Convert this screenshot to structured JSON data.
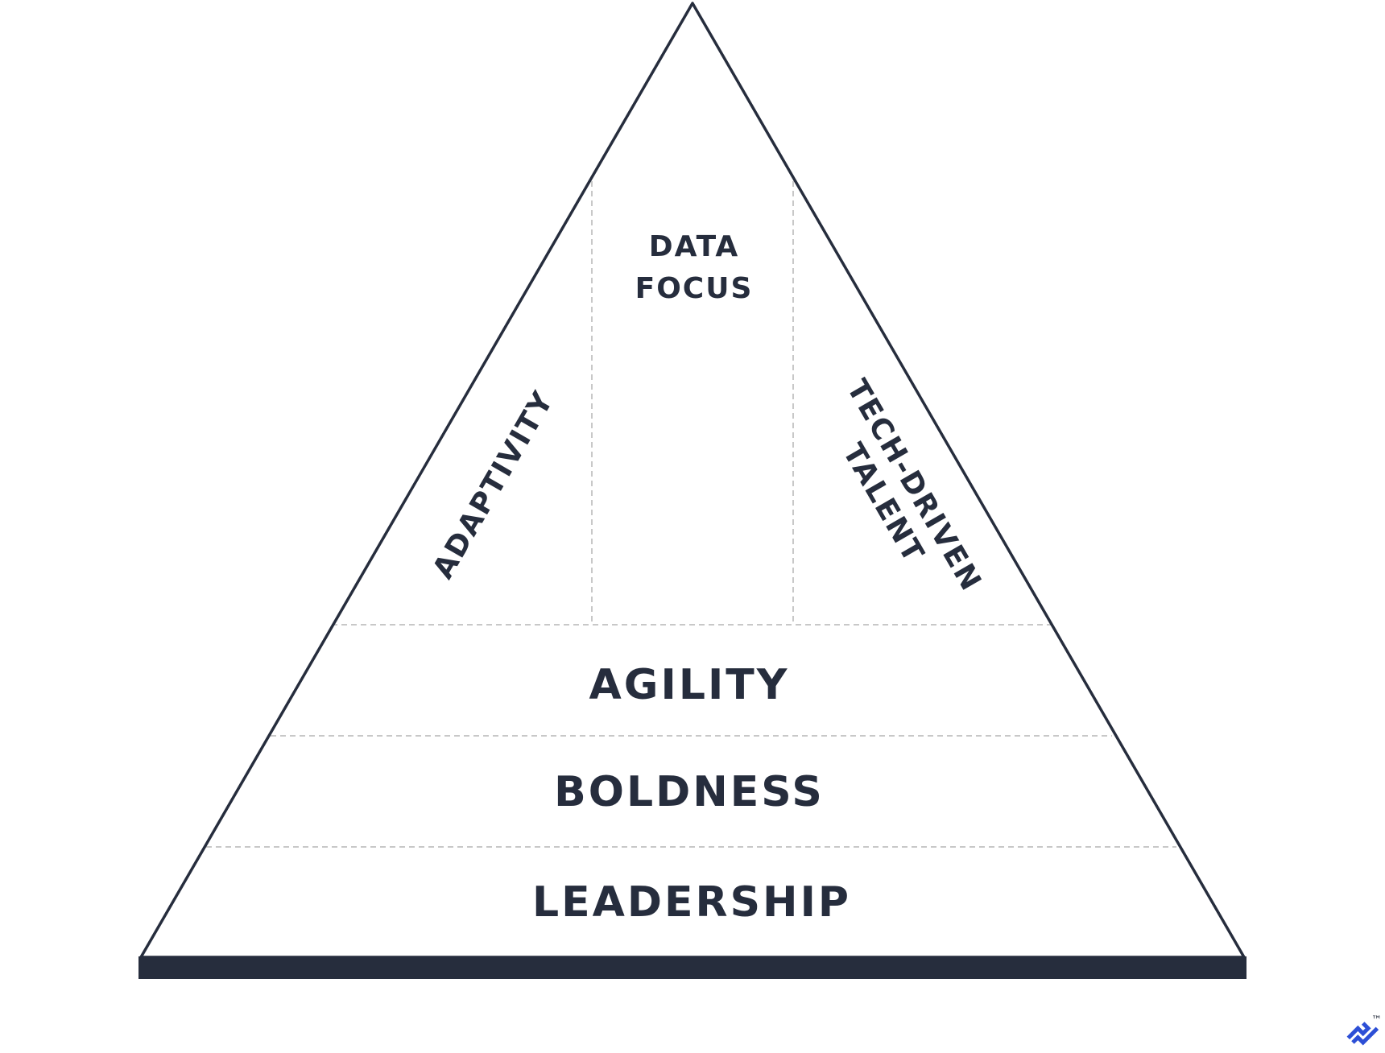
{
  "colors": {
    "ink": "#262d3d",
    "divider": "#c8c8c8",
    "logo": "#2d4fd6",
    "background": "#ffffff"
  },
  "pyramid": {
    "top_sections": {
      "left": {
        "label": "ADAPTIVITY"
      },
      "center": {
        "line1": "DATA",
        "line2": "FOCUS"
      },
      "right": {
        "line1": "TECH-DRIVEN",
        "line2": "TALENT"
      }
    },
    "tiers": [
      {
        "label": "AGILITY"
      },
      {
        "label": "BOLDNESS"
      },
      {
        "label": "LEADERSHIP"
      }
    ]
  },
  "logo": {
    "icon": "toptal-logo-icon",
    "trademark": "™"
  }
}
